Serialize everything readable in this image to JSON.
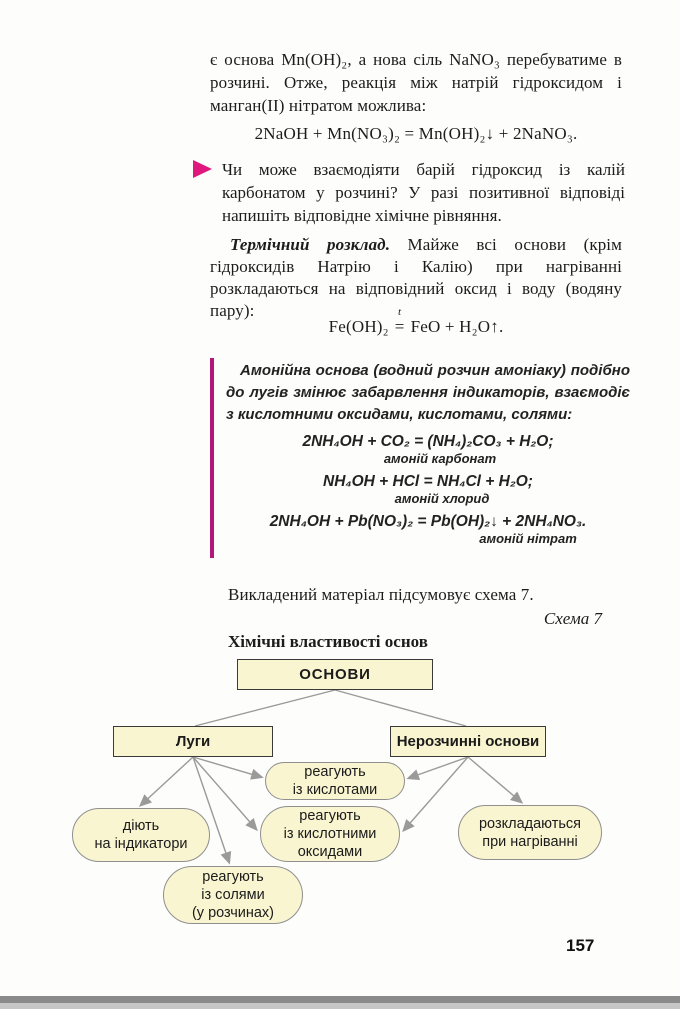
{
  "colors": {
    "accent_arrow": "#e0187e",
    "accent_bar": "#b2177a",
    "node_fill": "#f9f5d0",
    "connector": "#9a9a9a"
  },
  "body": {
    "para1": "є основа Mn(OH)₂, а нова сіль NaNO₃ перебуватиме в розчині. Отже, реакція між натрій гідроксидом і манган(II) нітратом можлива:",
    "eq1": "2NaOH + Mn(NO₃)₂ = Mn(OH)₂↓ + 2NaNO₃.",
    "question": "Чи може взаємодіяти барій гідроксид із калій карбонатом у розчині? У разі позитивної відповіді напишіть відповідне хімічне рівняння.",
    "para2_lead": "Термічний розклад.",
    "para2_rest": " Майже всі основи (крім гідроксидів Натрію і Калію) при нагріванні розкладаються на відповідний оксид і воду (водяну пару):",
    "eq2_left": "Fe(OH)₂",
    "eq2_t": "t",
    "eq2_eq": "=",
    "eq2_right": "FeO + H₂O↑.",
    "note": {
      "text": "Амонійна основа (водний розчин амоніаку) подібно до лугів змінює забарвлення індикаторів, взаємодіє з кислотними оксидами, кислотами, солями:",
      "equations": [
        {
          "formula": "2NH₄OH + CO₂ = (NH₄)₂CO₃ + H₂O;",
          "label": "амоній карбонат"
        },
        {
          "formula": "NH₄OH + HCl = NH₄Cl + H₂O;",
          "label": "амоній хлорид"
        },
        {
          "formula": "2NH₄OH + Pb(NO₃)₂ = Pb(OH)₂↓ + 2NH₄NO₃.",
          "label": "амоній нітрат"
        }
      ]
    },
    "para3": "Викладений матеріал підсумовує схема 7.",
    "schema_caption": "Схема 7",
    "schema_title": "Хімічні властивості основ"
  },
  "diagram": {
    "root": "ОСНОВИ",
    "alkali": "Луги",
    "insoluble": "Нерозчинні основи",
    "react_acids": "реагують\nіз кислотами",
    "react_acid_oxides": "реагують\nіз кислотними\nоксидами",
    "act_indicators": "діють\nна індикатори",
    "react_salts": "реагують\nіз солями\n(у розчинах)",
    "decompose": "розкладаються\nпри нагріванні"
  },
  "page_number": "157"
}
